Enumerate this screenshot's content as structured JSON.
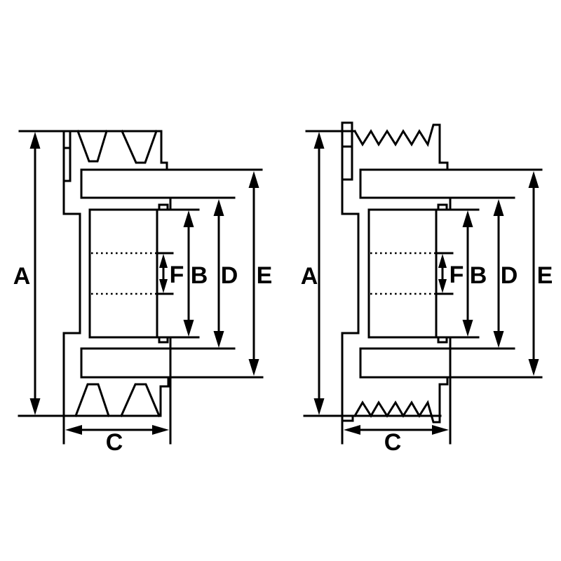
{
  "canvas": {
    "background": "#ffffff",
    "line_color": "#000000"
  },
  "figures": [
    {
      "id": "v-belt-pulley-cross-section",
      "labels": {
        "A": "A",
        "B": "B",
        "C": "C",
        "D": "D",
        "E": "E",
        "F": "F"
      }
    },
    {
      "id": "serpentine-pulley-cross-section",
      "labels": {
        "A": "A",
        "B": "B",
        "C": "C",
        "D": "D",
        "E": "E",
        "F": "F"
      }
    }
  ]
}
